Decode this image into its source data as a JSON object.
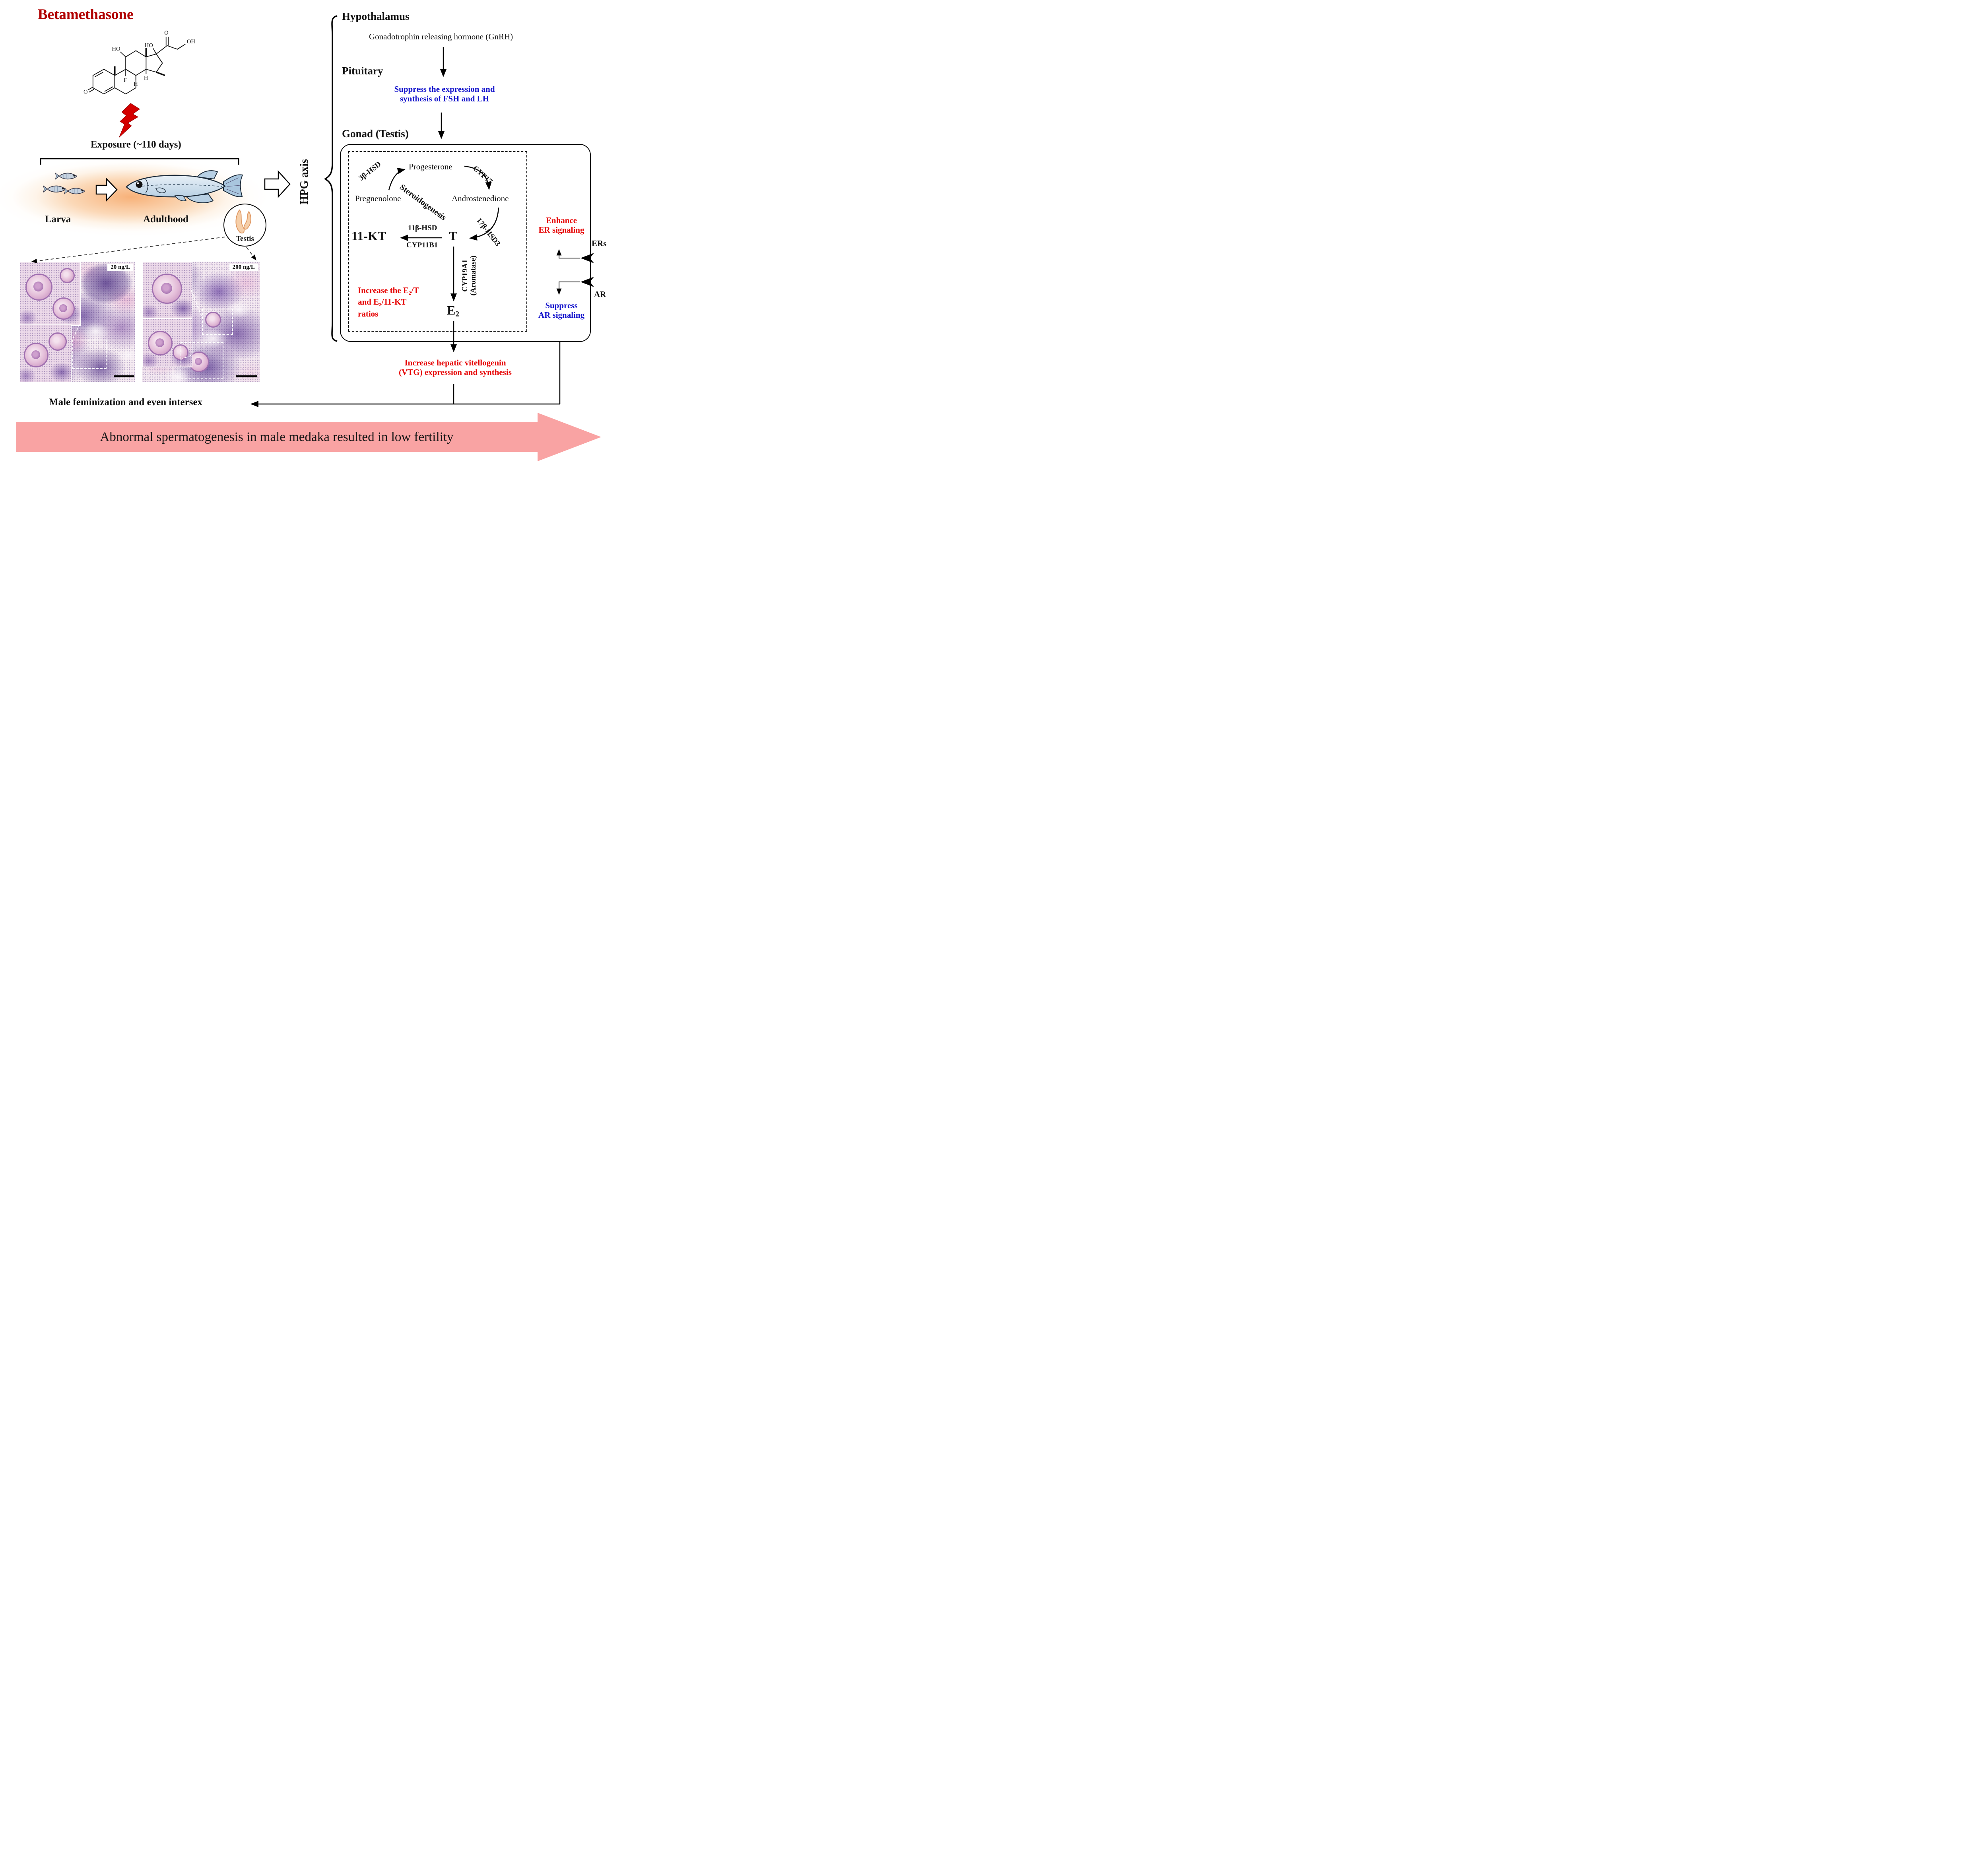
{
  "title": "Betamethasone",
  "colors": {
    "title_red": "#b00000",
    "accent_blue": "#1414cc",
    "accent_red": "#e60000",
    "banner_pink": "#f9a3a3",
    "glow_orange": "#f59e58"
  },
  "compound": {
    "atom_labels": {
      "o_ketone": "O",
      "ho_c11": "HO",
      "ho_c17": "HO",
      "o_top": "O",
      "oh_right": "OH",
      "f": "F",
      "h_1": "H",
      "h_2": "H"
    }
  },
  "exposure": {
    "title": "Exposure (~110 days)",
    "larva_label": "Larva",
    "adult_label": "Adulthood",
    "testis_label": "Testis"
  },
  "histology": {
    "left": {
      "dose": "20 ng/L"
    },
    "right": {
      "dose": "200 ng/L"
    }
  },
  "axis": {
    "hpg": "HPG axis",
    "hypothalamus": "Hypothalamus",
    "gnrh": "Gonadotrophin releasing hormone (GnRH)",
    "pituitary": "Pituitary",
    "suppress_fsh_lh_line1": "Suppress the expression and",
    "suppress_fsh_lh_line2": "synthesis of FSH and LH",
    "gonad": "Gonad (Testis)"
  },
  "pathway": {
    "pregnenolone": "Pregnenolone",
    "progesterone": "Progesterone",
    "androstenedione": "Androstenedione",
    "steroidogenesis": "Steroidogenesis",
    "e_3b_hsd": "3β-HSD",
    "e_cyp17": "CYP17",
    "e_17b_hsd3": "17β-HSD3",
    "e_11b_hsd": "11β-HSD",
    "e_cyp11b1": "CYP11B1",
    "e_cyp19a1": "CYP19A1",
    "e_aromatase": "(Aromatase)",
    "t": "T",
    "kt": "11-KT",
    "e2_base": "E",
    "e2_sub": "2",
    "ratios_line1": "Increase the E₂/T",
    "ratios_line2": "and E₂/11-KT",
    "ratios_line3": "ratios"
  },
  "signaling": {
    "enhance_line1": "Enhance",
    "enhance_line2": "ER signaling",
    "ers": "ERs",
    "ar": "AR",
    "suppress_line1": "Suppress",
    "suppress_line2": "AR signaling",
    "vtg_line1": "Increase hepatic vitellogenin",
    "vtg_line2": "(VTG) expression and synthesis"
  },
  "outcome": {
    "feminization": "Male feminization and even intersex",
    "banner": "Abnormal spermatogenesis in male medaka resulted in low fertility"
  }
}
